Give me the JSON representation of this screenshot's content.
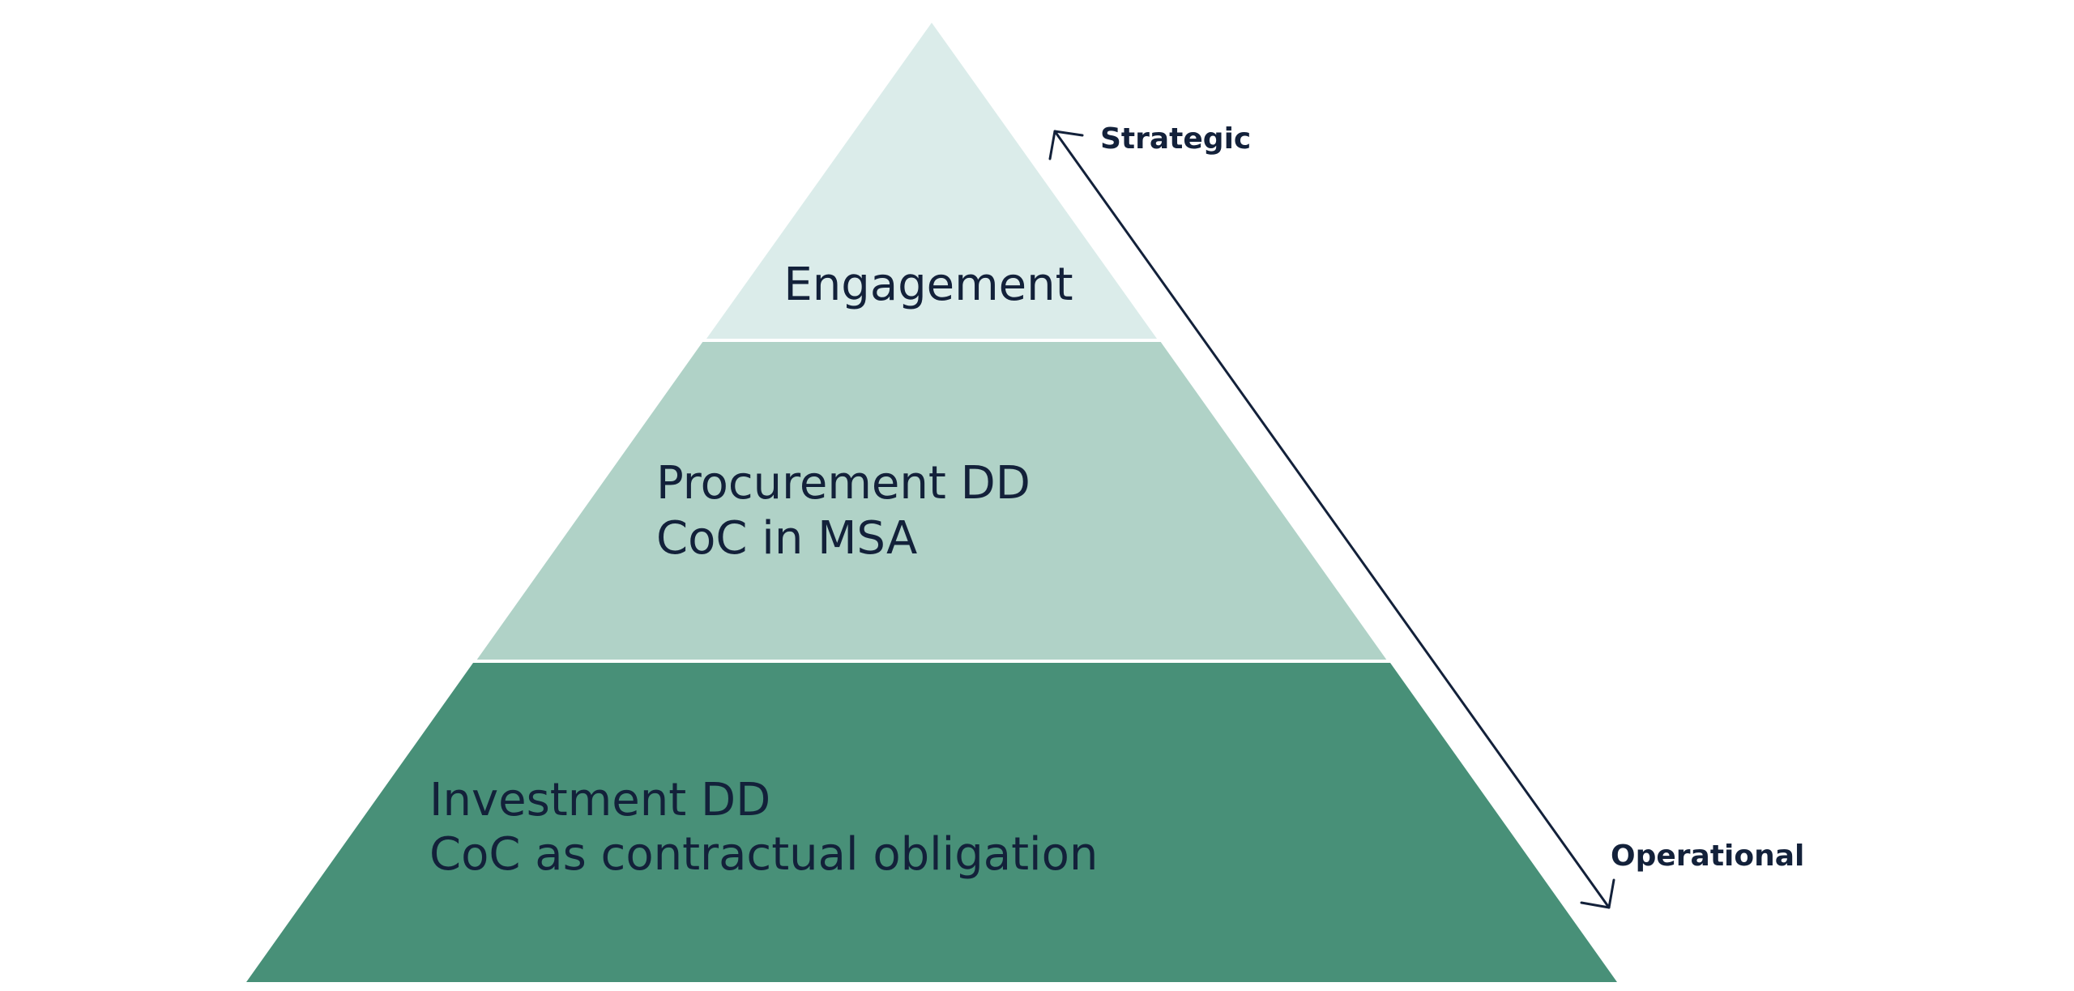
{
  "pyramid": {
    "tiers": [
      {
        "lines": [
          "Engagement"
        ],
        "color": "#dbecea"
      },
      {
        "lines": [
          "Procurement DD",
          "CoC in MSA"
        ],
        "color": "#b0d2c7"
      },
      {
        "lines": [
          "Investment DD",
          "CoC as contractual obligation"
        ],
        "color": "#489078"
      }
    ],
    "separator_color": "#ffffff"
  },
  "axis": {
    "top_label": "Strategic",
    "bottom_label": "Operational",
    "color": "#13213a"
  }
}
